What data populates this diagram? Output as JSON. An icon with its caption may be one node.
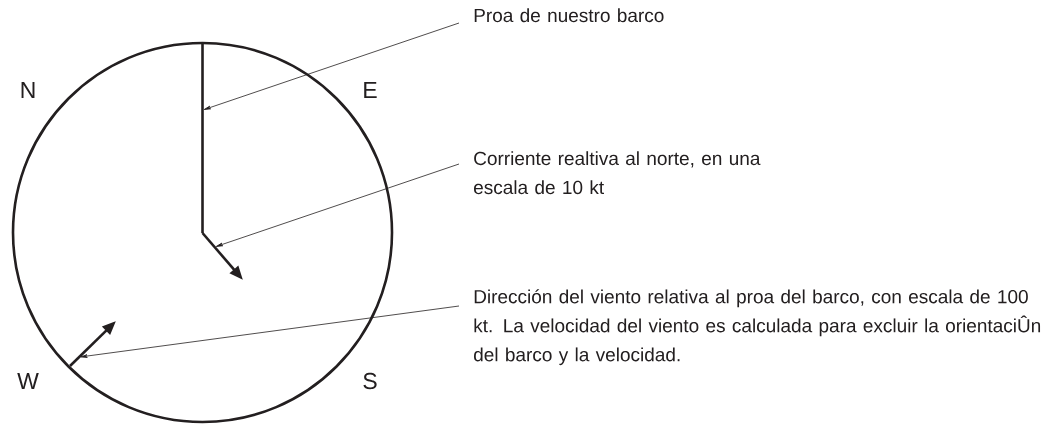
{
  "diagram": {
    "nodes": [
      {
        "text": [
          "Proa de nuestro barco"
        ]
      },
      {
        "text": [
          "Corriente realtiva al norte, en una escala de 10 kt"
        ]
      },
      {
        "text": [
          "Dirección del viento relativa al proa del barco, con escala de 100 kt. La velocidad del viento es calculada para excluir la orientaciÛn del barco y la velocidad."
        ]
      },
      {
        "text": [],
        "shape": "line"
      },
      {
        "text": [],
        "shape": "arrow"
      },
      {
        "text": [],
        "shape": "arrow"
      }
    ],
    "edges": [
      {
        "from": 0,
        "to": 3,
        "arrow": "to"
      },
      {
        "from": 1,
        "to": 4,
        "arrow": "to"
      },
      {
        "from": 2,
        "to": 5,
        "arrow": "to"
      }
    ],
    "labels": [
      "N",
      "E",
      "W",
      "S"
    ]
  }
}
